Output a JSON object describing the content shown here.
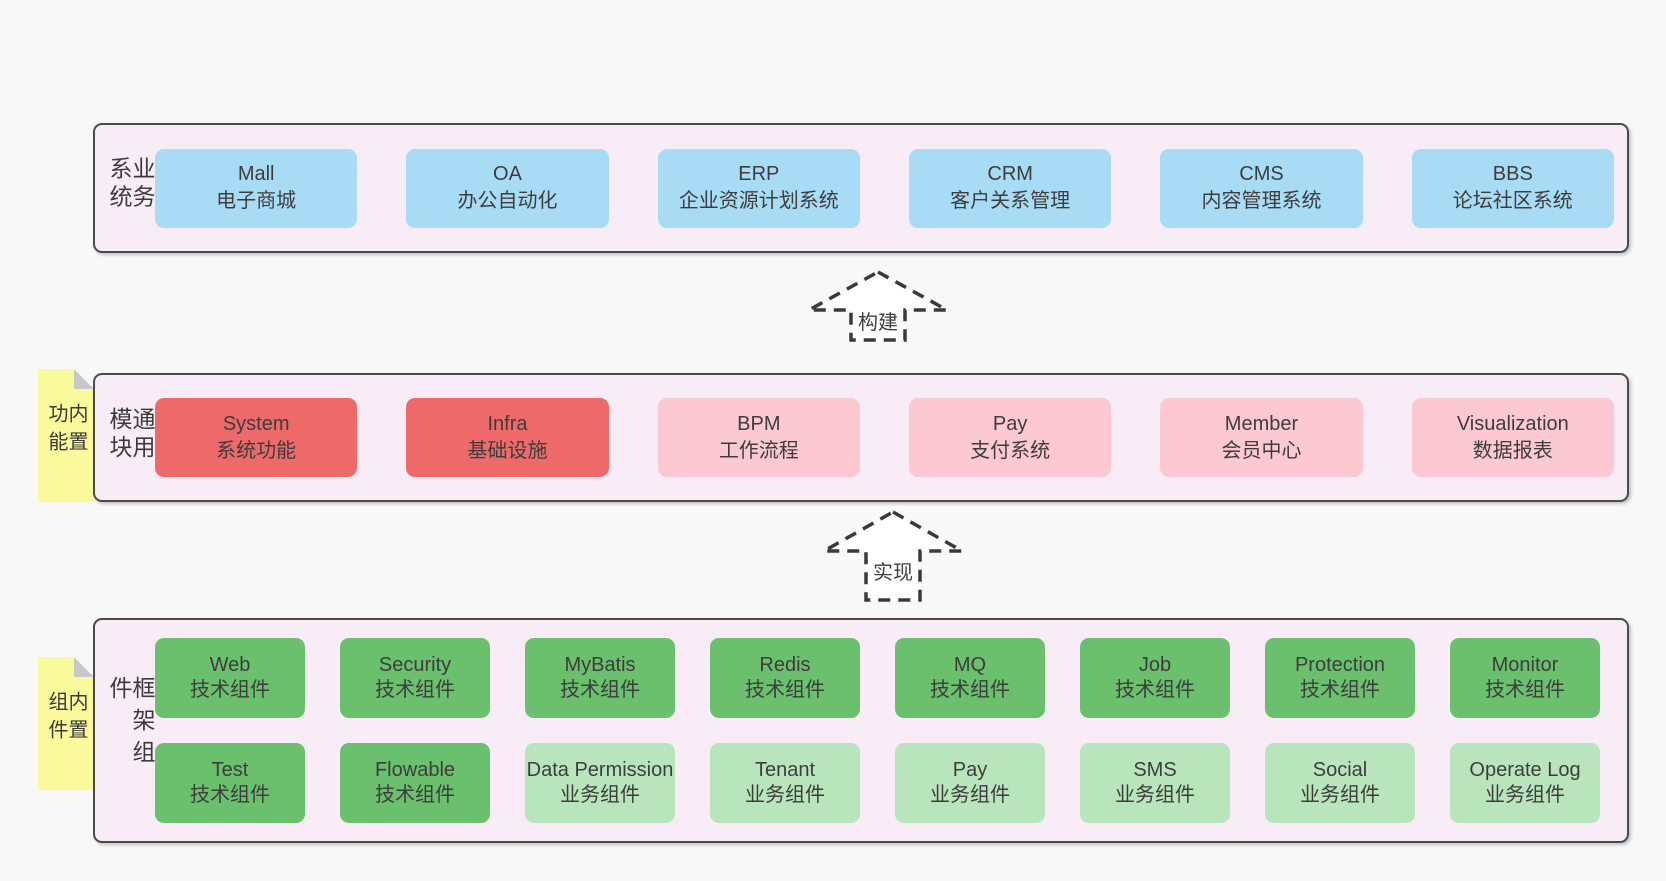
{
  "arrows": [
    {
      "label": "构建"
    },
    {
      "label": "实现"
    }
  ],
  "bands": [
    {
      "side_label": "业务系统",
      "rows": [
        [
          {
            "title": "Mall",
            "subtitle": "电子商城",
            "variant": "blue"
          },
          {
            "title": "OA",
            "subtitle": "办公自动化",
            "variant": "blue"
          },
          {
            "title": "ERP",
            "subtitle": "企业资源计划系统",
            "variant": "blue"
          },
          {
            "title": "CRM",
            "subtitle": "客户关系管理",
            "variant": "blue"
          },
          {
            "title": "CMS",
            "subtitle": "内容管理系统",
            "variant": "blue"
          },
          {
            "title": "BBS",
            "subtitle": "论坛社区系统",
            "variant": "blue"
          }
        ]
      ]
    },
    {
      "side_label": "通用模块",
      "note": "内置功能",
      "rows": [
        [
          {
            "title": "System",
            "subtitle": "系统功能",
            "variant": "red"
          },
          {
            "title": "Infra",
            "subtitle": "基础设施",
            "variant": "red"
          },
          {
            "title": "BPM",
            "subtitle": "工作流程",
            "variant": "pink"
          },
          {
            "title": "Pay",
            "subtitle": "支付系统",
            "variant": "pink"
          },
          {
            "title": "Member",
            "subtitle": "会员中心",
            "variant": "pink"
          },
          {
            "title": "Visualization",
            "subtitle": "数据报表",
            "variant": "pink"
          }
        ]
      ]
    },
    {
      "side_label": "框架组件",
      "note": "内置组件",
      "rows": [
        [
          {
            "title": "Web",
            "subtitle": "技术组件",
            "variant": "green"
          },
          {
            "title": "Security",
            "subtitle": "技术组件",
            "variant": "green"
          },
          {
            "title": "MyBatis",
            "subtitle": "技术组件",
            "variant": "green"
          },
          {
            "title": "Redis",
            "subtitle": "技术组件",
            "variant": "green"
          },
          {
            "title": "MQ",
            "subtitle": "技术组件",
            "variant": "green"
          },
          {
            "title": "Job",
            "subtitle": "技术组件",
            "variant": "green"
          },
          {
            "title": "Protection",
            "subtitle": "技术组件",
            "variant": "green"
          },
          {
            "title": "Monitor",
            "subtitle": "技术组件",
            "variant": "green"
          }
        ],
        [
          {
            "title": "Test",
            "subtitle": "技术组件",
            "variant": "green"
          },
          {
            "title": "Flowable",
            "subtitle": "技术组件",
            "variant": "green"
          },
          {
            "title": "Data Permission",
            "subtitle": "业务组件",
            "variant": "lightgreen"
          },
          {
            "title": "Tenant",
            "subtitle": "业务组件",
            "variant": "lightgreen"
          },
          {
            "title": "Pay",
            "subtitle": "业务组件",
            "variant": "lightgreen"
          },
          {
            "title": "SMS",
            "subtitle": "业务组件",
            "variant": "lightgreen"
          },
          {
            "title": "Social",
            "subtitle": "业务组件",
            "variant": "lightgreen"
          },
          {
            "title": "Operate Log",
            "subtitle": "业务组件",
            "variant": "lightgreen"
          }
        ]
      ]
    }
  ],
  "colors": {
    "page_background": "#f8f8f8",
    "band_background": "#f8ecf6",
    "band_border": "#4a4a4a",
    "box_blue": "#a8dcf5",
    "box_red": "#ee6a6a",
    "box_pink": "#fcc9d2",
    "box_green": "#6ac06d",
    "box_light_green": "#b9e5bd",
    "note_yellow": "#fafa9d",
    "note_fold_gray": "#c8c8c8",
    "text": "#3d3d3d"
  }
}
